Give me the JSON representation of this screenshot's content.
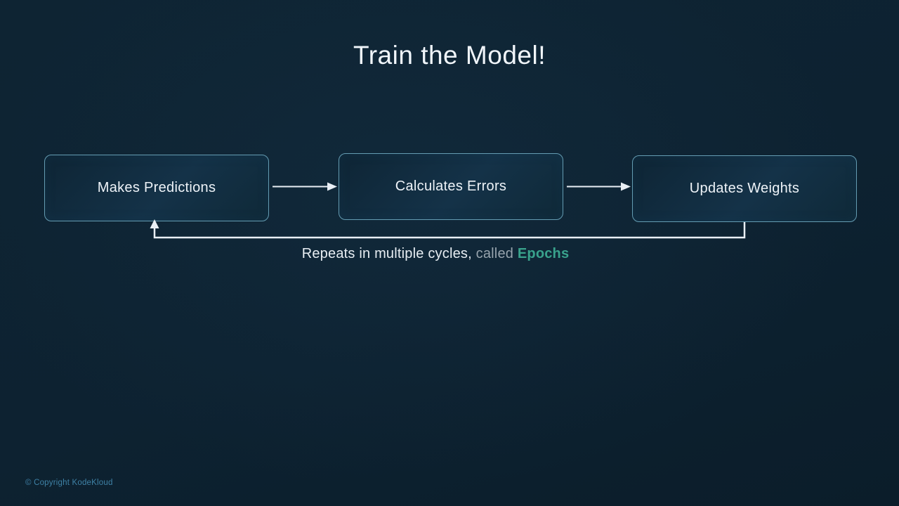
{
  "slide": {
    "title": "Train the Model!",
    "boxes": [
      {
        "label": "Makes Predictions"
      },
      {
        "label": "Calculates Errors"
      },
      {
        "label": "Updates Weights"
      }
    ],
    "caption": {
      "main": "Repeats in multiple cycles, ",
      "muted": "called ",
      "highlight": "Epochs"
    },
    "footer": "© Copyright KodeKloud",
    "colors": {
      "background": "#0d2231",
      "box_border": "#649cb2",
      "box_fill": "#143248",
      "box_text": "#eef3f8",
      "arrow": "#e9eff5",
      "caption_main": "#e8eef3",
      "caption_muted": "#97a3ad",
      "caption_highlight": "#39a28c",
      "footer": "#3f82a6"
    }
  }
}
